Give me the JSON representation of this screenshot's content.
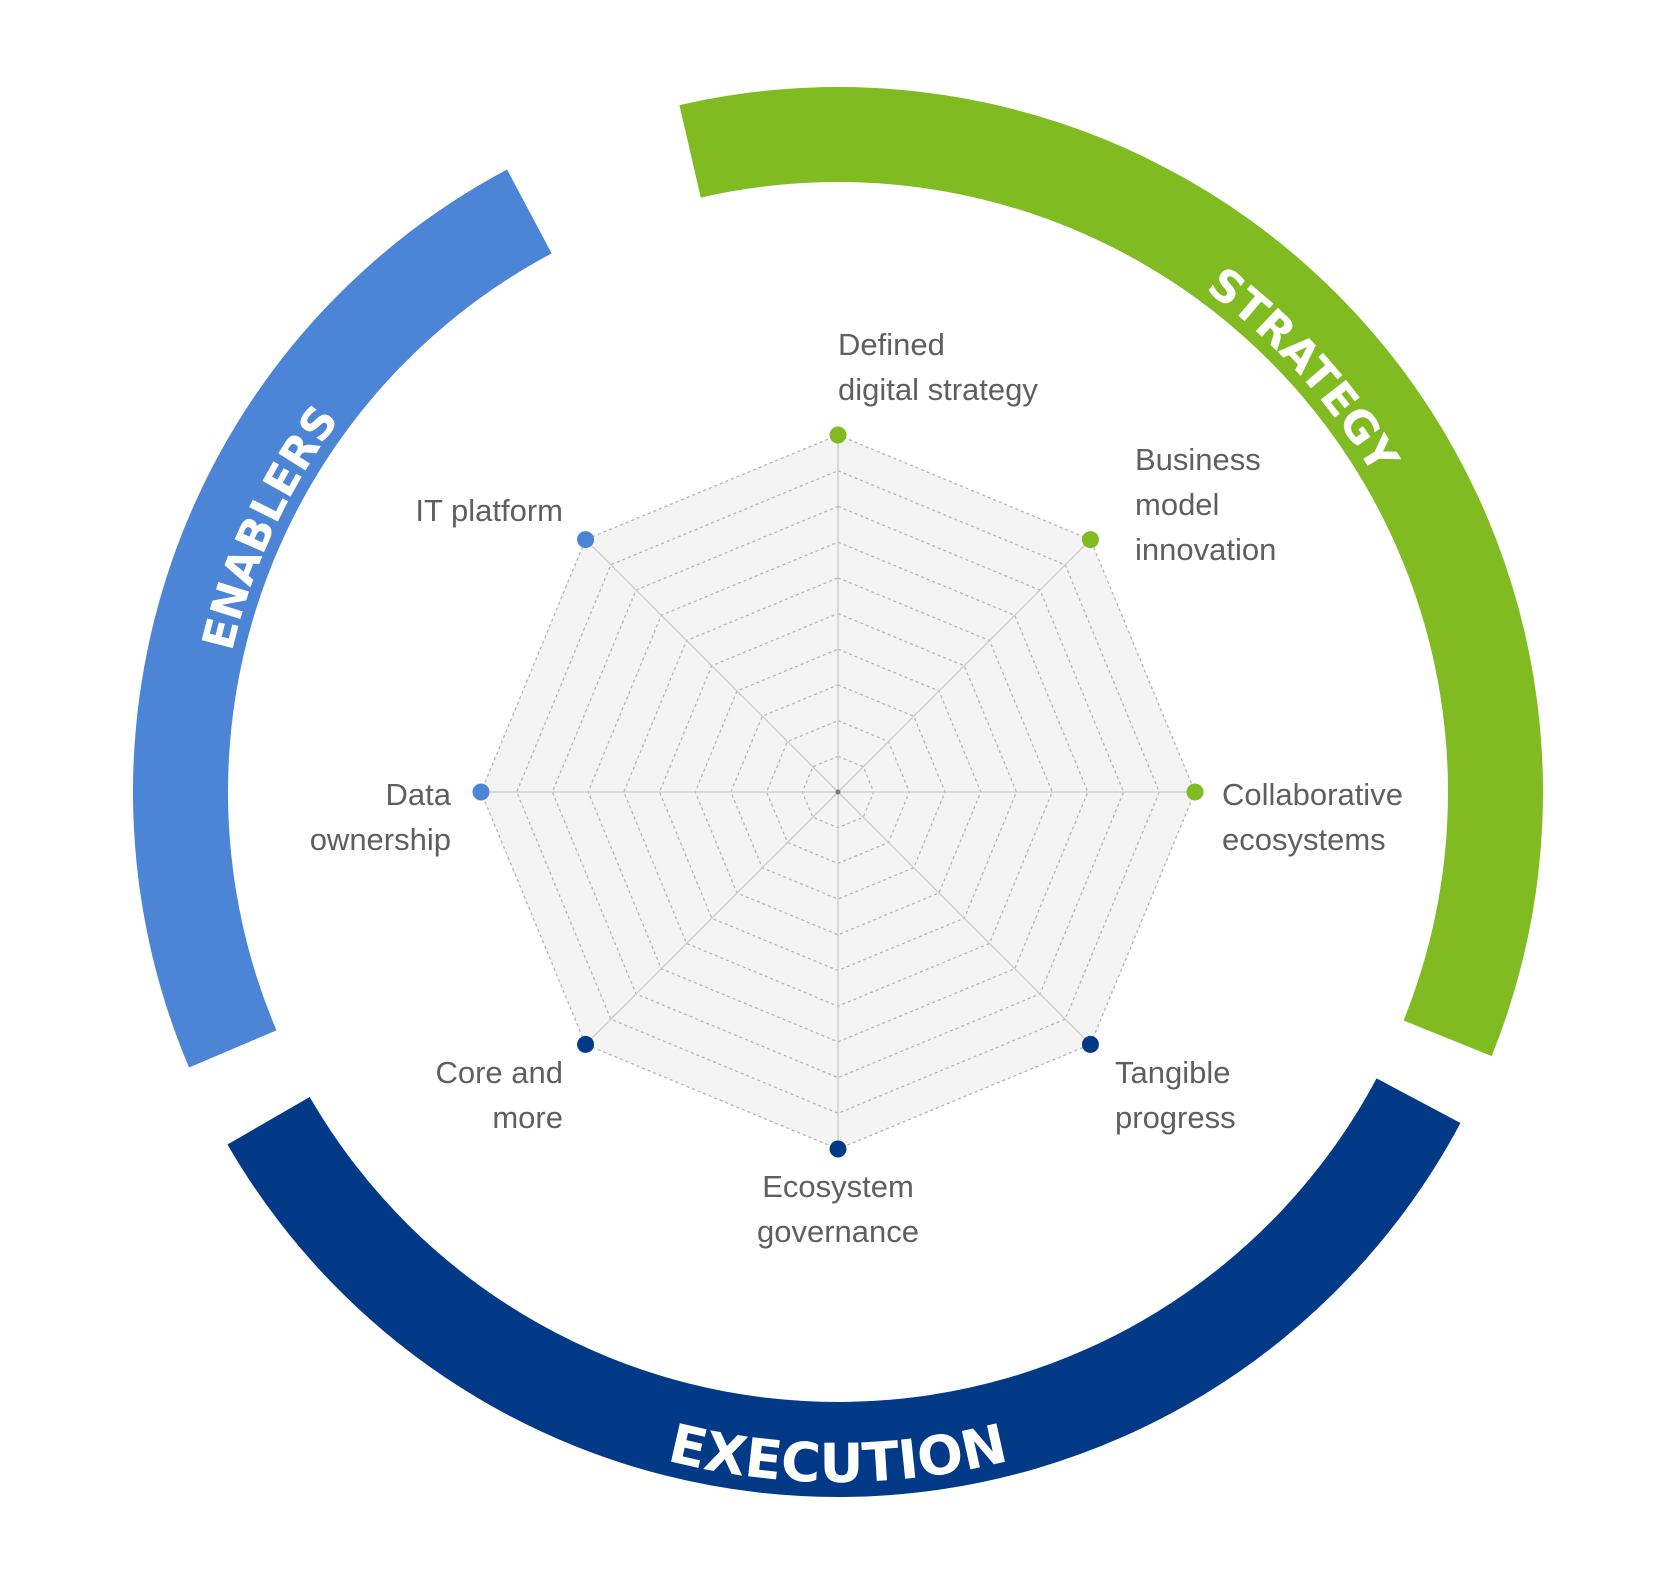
{
  "colors": {
    "strategy": "#80bb22",
    "enablers": "#4c84d6",
    "execution": "#023a88",
    "web_fill": "#f4f4f4",
    "label_text": "#5f5f5f",
    "band_text": "#ffffff"
  },
  "bands": [
    {
      "key": "strategy",
      "label": "STRATEGY",
      "color": "#80bb22"
    },
    {
      "key": "enablers",
      "label": "ENABLERS",
      "color": "#4c84d6"
    },
    {
      "key": "execution",
      "label": "EXECUTION",
      "color": "#023a88"
    }
  ],
  "radar": {
    "levels": 10,
    "axes": [
      {
        "lines": [
          "Defined",
          "digital strategy"
        ],
        "group": "strategy",
        "color": "#80bb22"
      },
      {
        "lines": [
          "Business",
          "model",
          "innovation"
        ],
        "group": "strategy",
        "color": "#80bb22"
      },
      {
        "lines": [
          "Collaborative",
          "ecosystems"
        ],
        "group": "strategy",
        "color": "#80bb22"
      },
      {
        "lines": [
          "Tangible",
          "progress"
        ],
        "group": "execution",
        "color": "#023a88"
      },
      {
        "lines": [
          "Ecosystem",
          "governance"
        ],
        "group": "execution",
        "color": "#023a88"
      },
      {
        "lines": [
          "Core and",
          "more"
        ],
        "group": "execution",
        "color": "#023a88"
      },
      {
        "lines": [
          "Data",
          "ownership"
        ],
        "group": "enablers",
        "color": "#4c84d6"
      },
      {
        "lines": [
          "IT platform"
        ],
        "group": "enablers",
        "color": "#4c84d6"
      }
    ]
  }
}
